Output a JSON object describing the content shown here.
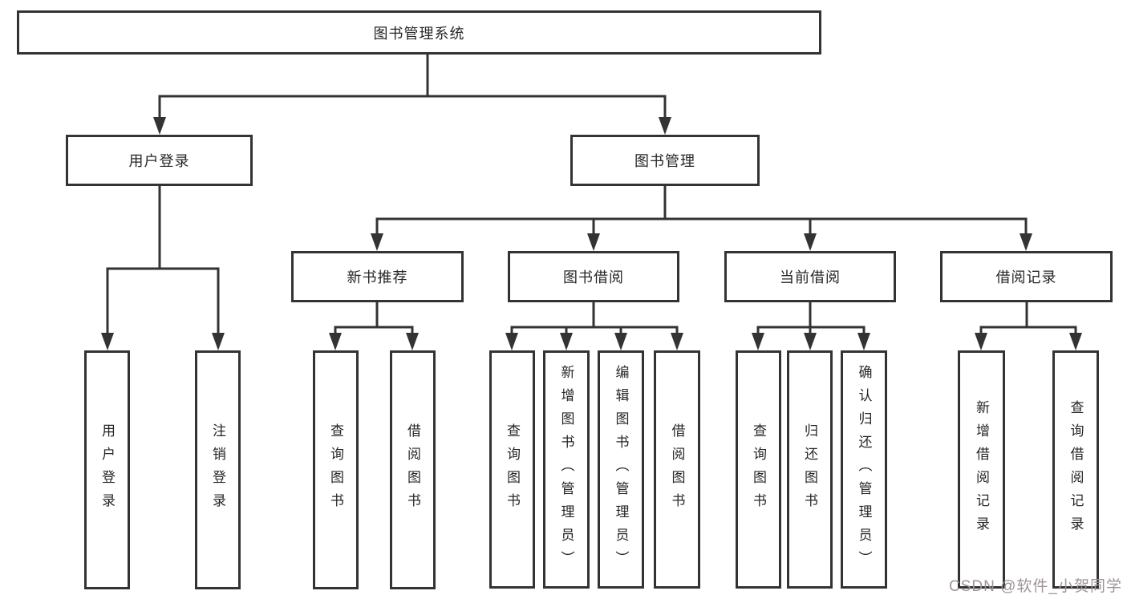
{
  "tree": {
    "label": "图书管理系统",
    "children": [
      {
        "label": "用户登录",
        "children": [
          {
            "label": "用户登录"
          },
          {
            "label": "注销登录"
          }
        ]
      },
      {
        "label": "图书管理",
        "children": [
          {
            "label": "新书推荐",
            "children": [
              {
                "label": "查询图书"
              },
              {
                "label": "借阅图书"
              }
            ]
          },
          {
            "label": "图书借阅",
            "children": [
              {
                "label": "查询图书"
              },
              {
                "label": "新增图书（管理员）"
              },
              {
                "label": "编辑图书（管理员）"
              },
              {
                "label": "借阅图书"
              }
            ]
          },
          {
            "label": "当前借阅",
            "children": [
              {
                "label": "查询图书"
              },
              {
                "label": "归还图书"
              },
              {
                "label": "确认归还（管理员）"
              }
            ]
          },
          {
            "label": "借阅记录",
            "children": [
              {
                "label": "新增借阅记录"
              },
              {
                "label": "查询借阅记录"
              }
            ]
          }
        ]
      }
    ]
  },
  "watermark": {
    "text": "CSDN @软件_小贺同学"
  },
  "colors": {
    "line": "#333333",
    "box_border": "#333333",
    "text": "#262626",
    "watermark": "#9e9496",
    "background": "#ffffff"
  }
}
